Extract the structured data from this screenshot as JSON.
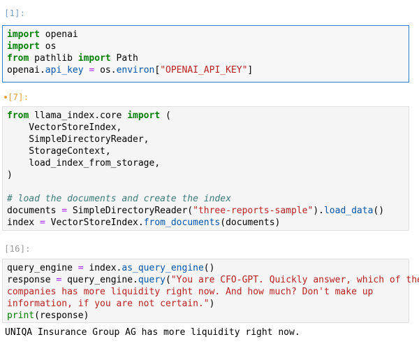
{
  "cells": [
    {
      "prompt": "[1]:",
      "state": "idle",
      "lines": [
        [
          {
            "t": "kw",
            "v": "import"
          },
          {
            "t": "plain",
            "v": " openai"
          }
        ],
        [
          {
            "t": "kw",
            "v": "import"
          },
          {
            "t": "plain",
            "v": " os"
          }
        ],
        [
          {
            "t": "kw",
            "v": "from"
          },
          {
            "t": "plain",
            "v": " pathlib "
          },
          {
            "t": "kw",
            "v": "import"
          },
          {
            "t": "plain",
            "v": " Path"
          }
        ],
        [
          {
            "t": "plain",
            "v": "openai."
          },
          {
            "t": "attr",
            "v": "api_key"
          },
          {
            "t": "plain",
            "v": " "
          },
          {
            "t": "op",
            "v": "="
          },
          {
            "t": "plain",
            "v": " os."
          },
          {
            "t": "attr",
            "v": "environ"
          },
          {
            "t": "bracket",
            "v": "["
          },
          {
            "t": "str",
            "v": "\"OPENAI_API_KEY\""
          },
          {
            "t": "bracket",
            "v": "]"
          }
        ]
      ]
    },
    {
      "prompt": "[7]:",
      "state": "running",
      "lines": [
        [
          {
            "t": "kw",
            "v": "from"
          },
          {
            "t": "plain",
            "v": " llama_index.core "
          },
          {
            "t": "kw",
            "v": "import"
          },
          {
            "t": "plain",
            "v": " ("
          }
        ],
        [
          {
            "t": "plain",
            "v": "    VectorStoreIndex,"
          }
        ],
        [
          {
            "t": "plain",
            "v": "    SimpleDirectoryReader,"
          }
        ],
        [
          {
            "t": "plain",
            "v": "    StorageContext,"
          }
        ],
        [
          {
            "t": "plain",
            "v": "    load_index_from_storage,"
          }
        ],
        [
          {
            "t": "plain",
            "v": ")"
          }
        ],
        [
          {
            "t": "plain",
            "v": ""
          }
        ],
        [
          {
            "t": "cmt",
            "v": "# load the documents and create the index"
          }
        ],
        [
          {
            "t": "plain",
            "v": "documents "
          },
          {
            "t": "op",
            "v": "="
          },
          {
            "t": "plain",
            "v": " SimpleDirectoryReader("
          },
          {
            "t": "str",
            "v": "\"three-reports-sample\""
          },
          {
            "t": "plain",
            "v": ")."
          },
          {
            "t": "attr",
            "v": "load_data"
          },
          {
            "t": "plain",
            "v": "()"
          }
        ],
        [
          {
            "t": "plain",
            "v": "index "
          },
          {
            "t": "op",
            "v": "="
          },
          {
            "t": "plain",
            "v": " VectorStoreIndex."
          },
          {
            "t": "attr",
            "v": "from_documents"
          },
          {
            "t": "plain",
            "v": "(documents)"
          }
        ]
      ]
    },
    {
      "prompt": "[16]:",
      "state": "done",
      "lines": [
        [
          {
            "t": "plain",
            "v": "query_engine "
          },
          {
            "t": "op",
            "v": "="
          },
          {
            "t": "plain",
            "v": " index."
          },
          {
            "t": "attr",
            "v": "as_query_engine"
          },
          {
            "t": "plain",
            "v": "()"
          }
        ],
        [
          {
            "t": "plain",
            "v": "response "
          },
          {
            "t": "op",
            "v": "="
          },
          {
            "t": "plain",
            "v": " query_engine."
          },
          {
            "t": "attr",
            "v": "query"
          },
          {
            "t": "plain",
            "v": "("
          },
          {
            "t": "str",
            "v": "\"You are CFO-GPT. Quickly answer, which of the"
          }
        ],
        [
          {
            "t": "str",
            "v": "companies has more liquidity right now. And how much? Don't make up"
          }
        ],
        [
          {
            "t": "str",
            "v": "information, if you are not certain.\""
          },
          {
            "t": "plain",
            "v": ")"
          }
        ],
        [
          {
            "t": "builtin",
            "v": "print"
          },
          {
            "t": "plain",
            "v": "(response)"
          }
        ]
      ]
    }
  ],
  "output": {
    "text": "UNIQA Insurance Group AG has more liquidity right now."
  },
  "colors": {
    "active_border": "#2b7fd4",
    "keyword": "#008000",
    "string": "#ba2121",
    "attribute": "#0055aa",
    "comment": "#3d7b7b",
    "operator": "#aa22ff"
  }
}
